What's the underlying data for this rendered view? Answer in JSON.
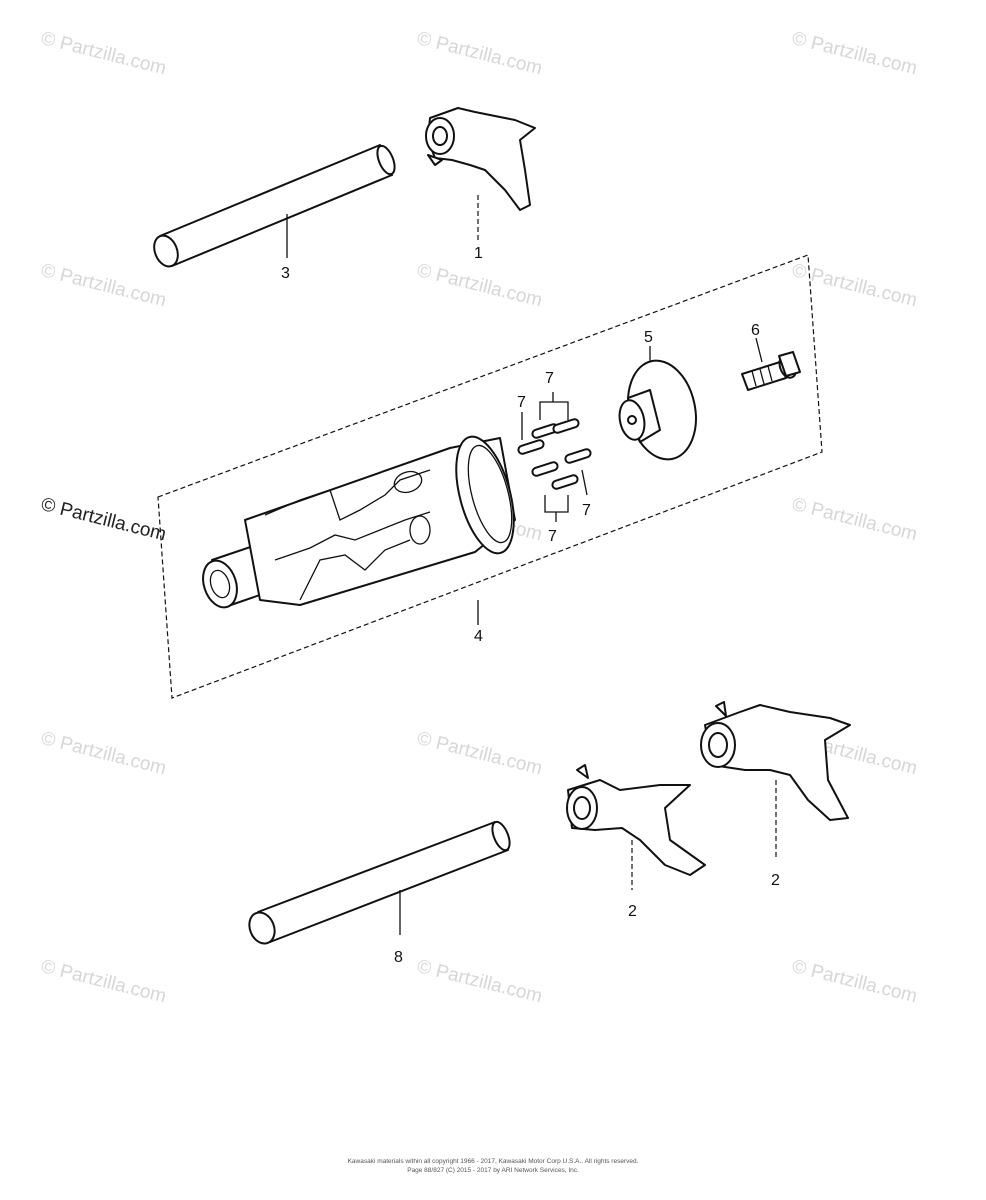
{
  "watermark": {
    "text": "© Partzilla.com"
  },
  "callouts": {
    "c1": "1",
    "c2a": "2",
    "c2b": "2",
    "c3": "3",
    "c4": "4",
    "c5": "5",
    "c6": "6",
    "c7a": "7",
    "c7b": "7",
    "c7c": "7",
    "c7d": "7",
    "c8": "8"
  },
  "footer": {
    "line1": "Kawasaki materials within all copyright 1966 - 2017, Kawasaki Motor Corp U.S.A.. All rights reserved.",
    "line2": "Page 88/827 (C) 2015 - 2017 by ARI Network Services, Inc."
  }
}
